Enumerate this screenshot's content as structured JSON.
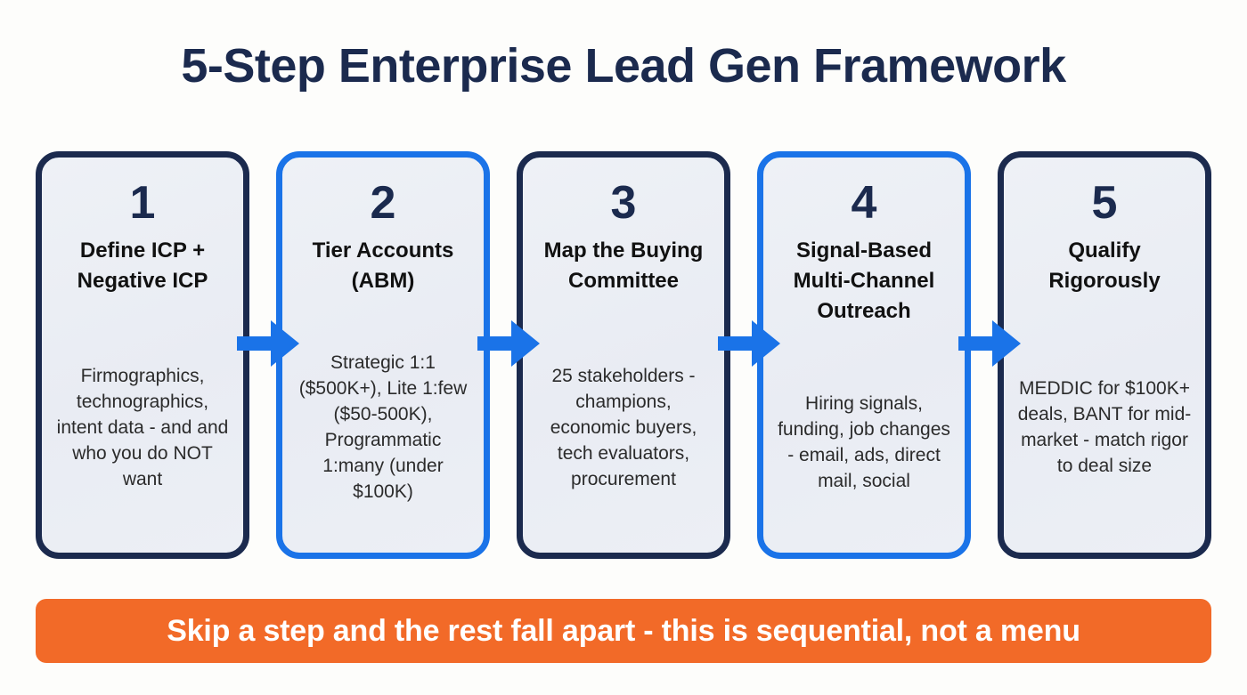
{
  "header": {
    "title": "5-Step Enterprise Lead Gen Framework"
  },
  "colors": {
    "background": "#fdfdfb",
    "navy": "#1b2a4e",
    "blue": "#1a73e8",
    "orange": "#f26a28",
    "card_fill": "#eef1f6",
    "title_text": "#1b2a4e",
    "body_text": "#2b2b2b",
    "banner_text": "#ffffff"
  },
  "steps": [
    {
      "number": "1",
      "title": "Define ICP + Negative ICP",
      "body": "Firmographics, technographics, intent data - and and who you do NOT want",
      "accent": "navy"
    },
    {
      "number": "2",
      "title": "Tier Accounts (ABM)",
      "body": "Strategic 1:1 ($500K+), Lite 1:few ($50-500K), Programmatic 1:many (under $100K)",
      "accent": "blue"
    },
    {
      "number": "3",
      "title": "Map the Buying Committee",
      "body": "25 stakeholders - champions, economic buyers, tech evaluators, procurement",
      "accent": "navy"
    },
    {
      "number": "4",
      "title": "Signal-Based Multi-Channel Outreach",
      "body": "Hiring signals, funding, job changes - email, ads, direct mail, social",
      "accent": "blue"
    },
    {
      "number": "5",
      "title": "Qualify Rigorously",
      "body": "MEDDIC for $100K+ deals, BANT for mid-market - match rigor to deal size",
      "accent": "navy"
    }
  ],
  "connectors": [
    {
      "name": "arrow-1-to-2",
      "icon": "arrow-right-icon"
    },
    {
      "name": "arrow-2-to-3",
      "icon": "arrow-right-icon"
    },
    {
      "name": "arrow-3-to-4",
      "icon": "arrow-right-icon"
    },
    {
      "name": "arrow-4-to-5",
      "icon": "arrow-right-icon"
    }
  ],
  "banner": {
    "text": "Skip a step and the rest fall apart - this is sequential, not a menu"
  }
}
